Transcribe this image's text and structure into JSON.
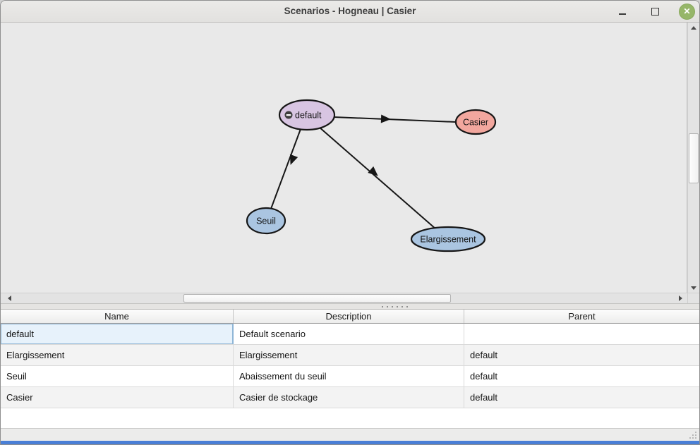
{
  "window": {
    "title": "Scenarios - Hogneau | Casier",
    "controls": {
      "close_glyph": "✕"
    },
    "colors": {
      "close_button": "#96b669",
      "bottom_strip": "#4a7fd6",
      "selection_blue": "#e7f2fb"
    }
  },
  "graph": {
    "background": "#e9e9e9",
    "nodes": [
      {
        "id": "default",
        "label": "default",
        "fill": "#d8c5e2",
        "icon": "collapse-minus-icon"
      },
      {
        "id": "casier",
        "label": "Casier",
        "fill": "#f2a79e"
      },
      {
        "id": "seuil",
        "label": "Seuil",
        "fill": "#aac5e1"
      },
      {
        "id": "elargissement",
        "label": "Elargissement",
        "fill": "#aac5e1"
      }
    ],
    "edges": [
      {
        "from": "default",
        "to": "casier"
      },
      {
        "from": "default",
        "to": "seuil"
      },
      {
        "from": "default",
        "to": "elargissement"
      }
    ]
  },
  "table": {
    "columns": [
      "Name",
      "Description",
      "Parent"
    ],
    "rows": [
      {
        "name": "default",
        "description": "Default scenario",
        "parent": "",
        "selected": true
      },
      {
        "name": "Elargissement",
        "description": "Elargissement",
        "parent": "default",
        "selected": false
      },
      {
        "name": "Seuil",
        "description": "Abaissement du seuil",
        "parent": "default",
        "selected": false
      },
      {
        "name": "Casier",
        "description": "Casier de stockage",
        "parent": "default",
        "selected": false
      }
    ]
  }
}
